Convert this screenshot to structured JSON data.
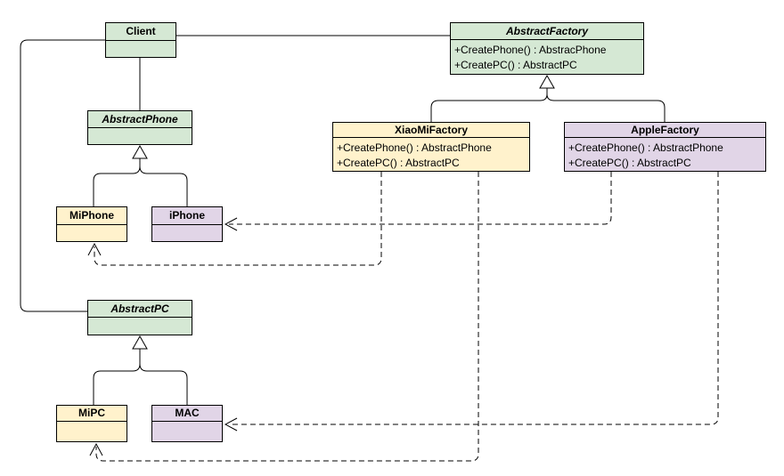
{
  "diagram": {
    "kind": "uml-class-diagram",
    "pattern": "Abstract Factory",
    "colors": {
      "abstract_class_fill": "#d5e8d4",
      "xiaomi_fill": "#fff2cc",
      "apple_fill": "#e1d5e7",
      "line": "#000000",
      "background": "#ffffff"
    },
    "classes": {
      "client": {
        "name": "Client"
      },
      "abstractFactory": {
        "name": "AbstractFactory",
        "methods": [
          "+CreatePhone() : AbstracPhone",
          "+CreatePC() : AbstractPC"
        ]
      },
      "abstractPhone": {
        "name": "AbstractPhone"
      },
      "xiaomiFactory": {
        "name": "XiaoMiFactory",
        "methods": [
          "+CreatePhone() : AbstractPhone",
          "+CreatePC() : AbstractPC"
        ]
      },
      "appleFactory": {
        "name": "AppleFactory",
        "methods": [
          "+CreatePhone() : AbstractPhone",
          "+CreatePC() : AbstractPC"
        ]
      },
      "miPhone": {
        "name": "MiPhone"
      },
      "iPhone": {
        "name": "iPhone"
      },
      "abstractPC": {
        "name": "AbstractPC"
      },
      "miPC": {
        "name": "MiPC"
      },
      "mac": {
        "name": "MAC"
      }
    },
    "relationships": [
      {
        "from": "Client",
        "to": "AbstractFactory",
        "type": "association-solid"
      },
      {
        "from": "Client",
        "to": "AbstractPhone",
        "type": "association-solid"
      },
      {
        "from": "Client",
        "to": "AbstractPC",
        "type": "association-solid"
      },
      {
        "from": "XiaoMiFactory",
        "to": "AbstractFactory",
        "type": "generalization-hollow-triangle"
      },
      {
        "from": "AppleFactory",
        "to": "AbstractFactory",
        "type": "generalization-hollow-triangle"
      },
      {
        "from": "MiPhone",
        "to": "AbstractPhone",
        "type": "generalization-hollow-triangle"
      },
      {
        "from": "iPhone",
        "to": "AbstractPhone",
        "type": "generalization-hollow-triangle"
      },
      {
        "from": "MiPC",
        "to": "AbstractPC",
        "type": "generalization-hollow-triangle"
      },
      {
        "from": "MAC",
        "to": "AbstractPC",
        "type": "generalization-hollow-triangle"
      },
      {
        "from": "XiaoMiFactory",
        "to": "MiPhone",
        "type": "dependency-dashed-open-arrow"
      },
      {
        "from": "XiaoMiFactory",
        "to": "MiPC",
        "type": "dependency-dashed-open-arrow"
      },
      {
        "from": "AppleFactory",
        "to": "iPhone",
        "type": "dependency-dashed-open-arrow"
      },
      {
        "from": "AppleFactory",
        "to": "MAC",
        "type": "dependency-dashed-open-arrow"
      }
    ]
  }
}
